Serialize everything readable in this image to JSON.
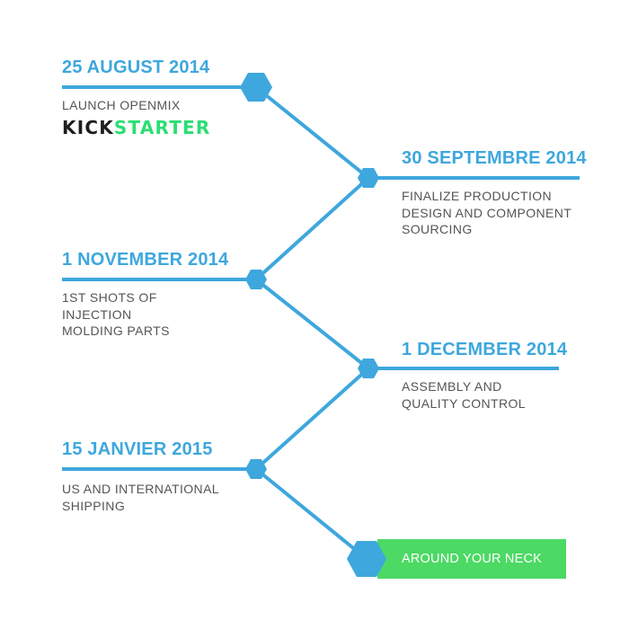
{
  "colors": {
    "timeline_blue": "#3ea7dd",
    "accent_green": "#4cd964",
    "text_gray": "#555555",
    "kickstarter_dark": "#1e1e1e",
    "kickstarter_green": "#2bde73"
  },
  "milestones": [
    {
      "date": "25 AUGUST 2014",
      "lines": [
        "LAUNCH OPENMIX"
      ]
    },
    {
      "date": "30 SEPTEMBRE 2014",
      "lines": [
        "FINALIZE PRODUCTION",
        "DESIGN AND COMPONENT",
        "SOURCING"
      ]
    },
    {
      "date": "1 NOVEMBER 2014",
      "lines": [
        "1ST SHOTS OF",
        "INJECTION",
        "MOLDING PARTS"
      ]
    },
    {
      "date": "1 DECEMBER 2014",
      "lines": [
        "ASSEMBLY AND",
        "QUALITY CONTROL"
      ]
    },
    {
      "date": "15 JANVIER 2015",
      "lines": [
        "US AND INTERNATIONAL",
        "SHIPPING"
      ]
    }
  ],
  "kickstarter_logo": {
    "part1": "KICK",
    "part2": "STARTER"
  },
  "final": {
    "label": "AROUND YOUR NECK"
  }
}
